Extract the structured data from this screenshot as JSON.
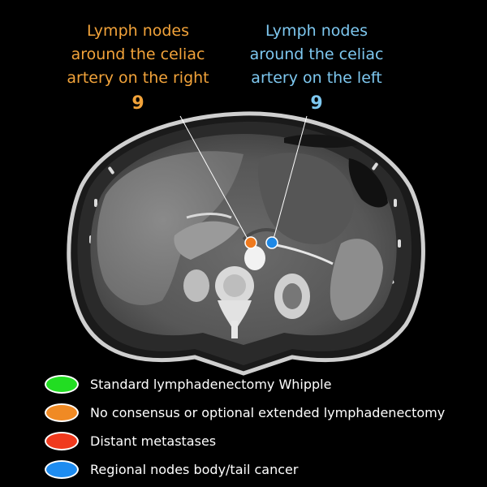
{
  "callouts": {
    "right": {
      "lines": [
        "Lymph nodes",
        "around the celiac",
        "artery on the right"
      ],
      "number": "9",
      "color": "#F2A33A",
      "dot_color": "#F07A1E"
    },
    "left": {
      "lines": [
        "Lymph nodes",
        "around the celiac",
        "artery on the left"
      ],
      "number": "9",
      "color": "#7EC8F0",
      "dot_color": "#1E88E5"
    }
  },
  "legend": [
    {
      "label": "Standard lymphadenectomy Whipple",
      "color": "#22DD22"
    },
    {
      "label": "No consensus or optional extended lymphadenectomy",
      "color": "#F08A24"
    },
    {
      "label": "Distant metastases",
      "color": "#F03A1E"
    },
    {
      "label": "Regional nodes body/tail cancer",
      "color": "#1E8CF0"
    }
  ]
}
